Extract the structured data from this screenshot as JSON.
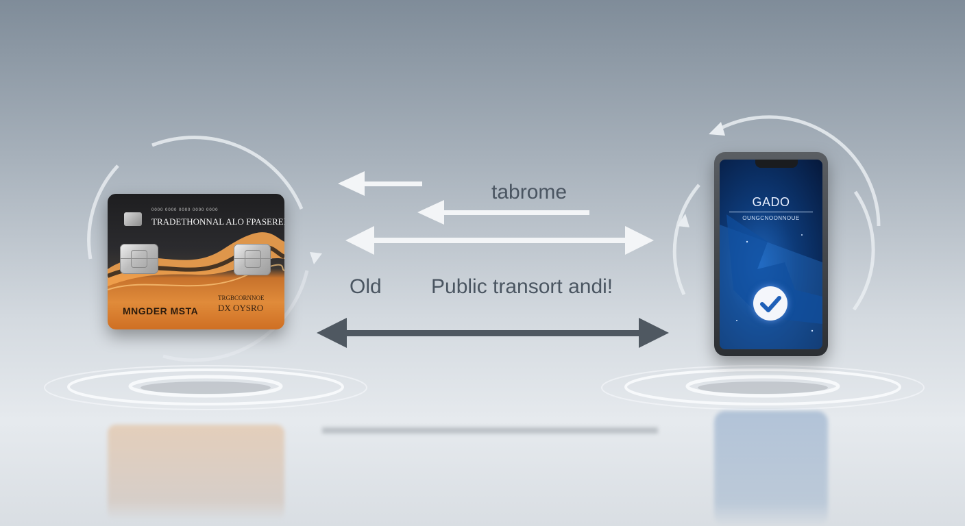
{
  "card": {
    "fineprint": "0000 0000 0000 0000 0000",
    "title": "TRADETHONNAL ALO FPASERED",
    "holder": "MNGDER MSTA",
    "small_text": "TRGBCORNNOE",
    "number": "DX OYSRO"
  },
  "phone": {
    "app_title": "GADO",
    "subtitle": "OUNGCNOONNOUE"
  },
  "labels": {
    "top_label": "tabrome",
    "left_label": "Old",
    "middle_label": "Public transort andi!"
  },
  "colors": {
    "card_orange": "#e08b3a",
    "card_dark": "#1e1e20",
    "phone_blue": "#1e63b8",
    "arrow_light": "#f3f5f7",
    "arrow_dark": "#4f5861",
    "label_text": "#4a5561"
  },
  "icons": [
    "arrow-left-icon",
    "double-arrow-icon",
    "checkmark-icon",
    "rotation-ring-icon"
  ]
}
